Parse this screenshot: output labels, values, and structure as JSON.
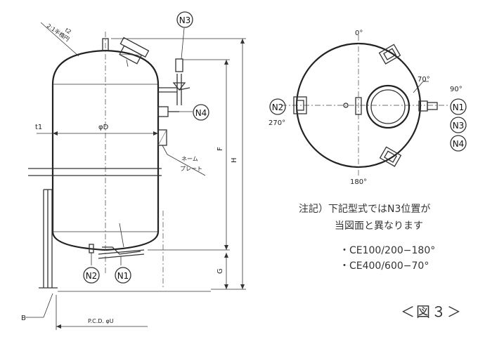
{
  "side_view": {
    "thickness_top": "t2",
    "head_spec": "2:1半楕円",
    "thickness_shell": "t1",
    "diameter": "φD",
    "dim_h": "H",
    "dim_f": "F",
    "dim_g": "G",
    "nameplate_line1": "ネーム",
    "nameplate_line2": "プレート",
    "leg_label": "B",
    "pcd_label": "P.C.D. φU",
    "nozzles": {
      "n3": "N3",
      "n4": "N4",
      "n2": "N2",
      "n1": "N1"
    }
  },
  "top_view": {
    "angle_0": "0°",
    "angle_70": "70°",
    "angle_90": "90°",
    "angle_180": "180°",
    "angle_270": "270°",
    "nozzles": {
      "n2": "N2",
      "n1": "N1",
      "n3": "N3",
      "n4": "N4"
    }
  },
  "note": {
    "line1": "注記）下記型式ではN3位置が",
    "line2": "当図面と異なります",
    "item1": "・CE100/200−180°",
    "item2": "・CE400/600−70°"
  },
  "figure_label": "＜図３＞"
}
